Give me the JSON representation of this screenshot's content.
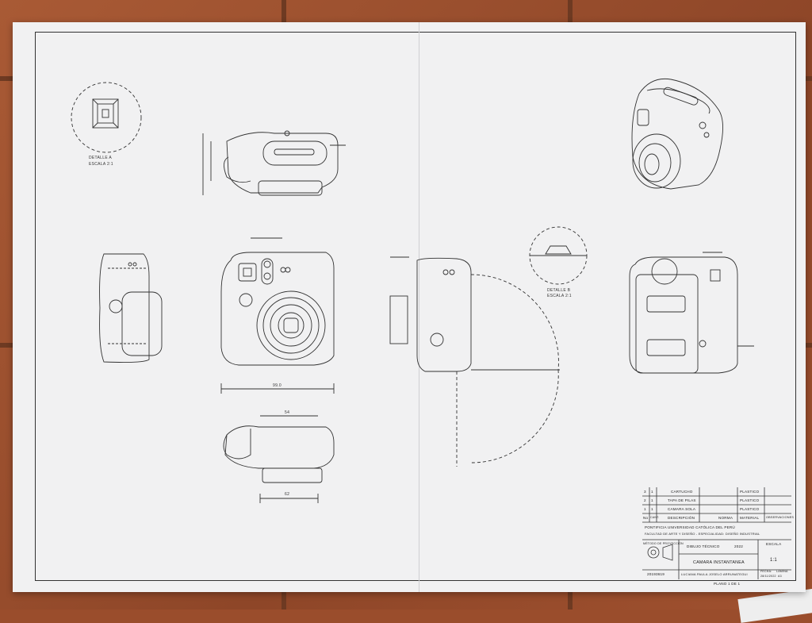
{
  "detail_a": {
    "line1": "DETALLE A",
    "line2": "ESCALA 2:1"
  },
  "detail_b": {
    "line1": "DETALLE B",
    "line2": "ESCALA 2:1"
  },
  "dimensions": {
    "front_width": "99.0",
    "bottom_width": "62",
    "top_width": "54"
  },
  "title_block": {
    "parts": [
      {
        "no": "3",
        "qty": "1",
        "desc": "CARTUCHO",
        "mat": "PLASTICO"
      },
      {
        "no": "2",
        "qty": "1",
        "desc": "TAPA DE PILAS",
        "mat": "PLASTICO"
      },
      {
        "no": "1",
        "qty": "1",
        "desc": "CAMARA SOLA",
        "mat": "PLASTICO"
      }
    ],
    "header": {
      "no": "No",
      "qty": "CANT.",
      "desc": "DESCRIPCIÓN",
      "norma": "NORMA",
      "mat": "MATERIAL",
      "obs": "OBSERVACIONES"
    },
    "university": "PONTIFICIA UNIVERSIDAD CATÓLICA DEL PERÚ",
    "faculty": "FACULTAD DE ARTE Y DISEÑO - ESPECIALIDAD: DISEÑO INDUSTRIAL",
    "method": "MÉTODO DE PROYECCIÓN",
    "course": "DIBUJO TÉCNICO",
    "year": "2022",
    "scale_label": "ESCALA",
    "scale": "1:1",
    "title": "CAMARA INSTANTANEA",
    "code": "20193619",
    "author": "LUCIANA PAULA JOSELO ARRUNATEGUI",
    "date_label": "FECHA:",
    "date": "28/11/2022",
    "sheet_label": "LÁMINA",
    "sheet": "A3",
    "plano": "PLANO 1 DE 1"
  }
}
